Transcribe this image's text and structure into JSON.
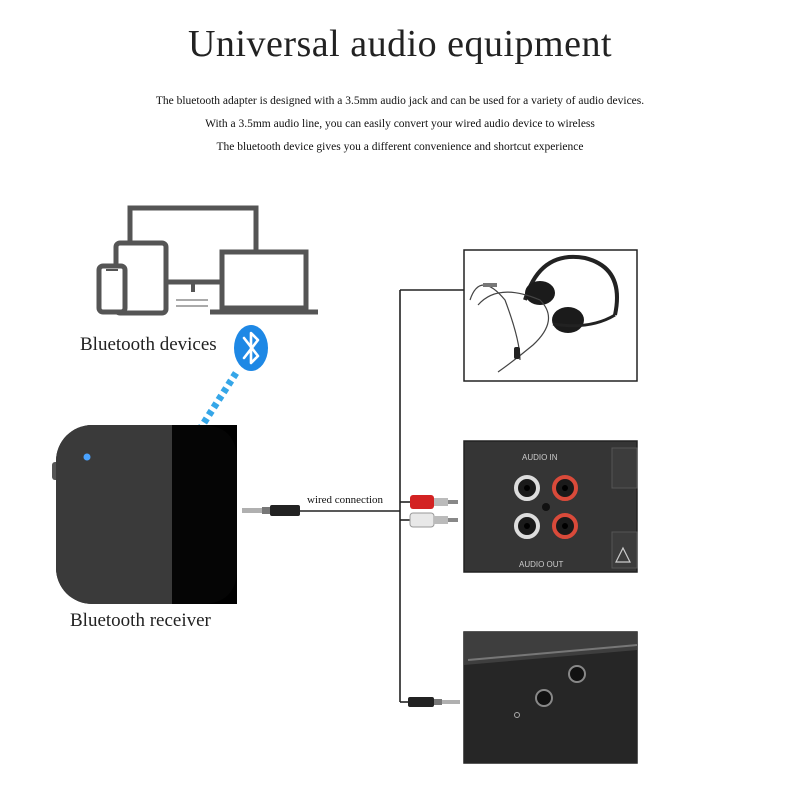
{
  "title": "Universal audio equipment",
  "description": [
    "The bluetooth adapter is designed with a 3.5mm audio jack and can be used for a variety of audio devices.",
    "With a 3.5mm audio line, you can easily convert your wired audio device to wireless",
    "The bluetooth device gives you a different convenience and shortcut experience"
  ],
  "labels": {
    "bluetooth_devices": "Bluetooth devices",
    "bluetooth_receiver": "Bluetooth receiver",
    "wired_connection": "wired connection"
  },
  "speaker_panel_text": {
    "audio_in": "AUDIO IN",
    "audio_out": "AUDIO OUT"
  },
  "colors": {
    "bluetooth_blue": "#1e88e5",
    "dotted_link": "#35a6e8",
    "receiver_body": "#2a2a2a",
    "rca_red": "#d32222"
  },
  "icons": [
    "bluetooth-icon",
    "devices-icon",
    "headphones-icon",
    "speaker-panel-icon",
    "laptop-jack-icon"
  ]
}
